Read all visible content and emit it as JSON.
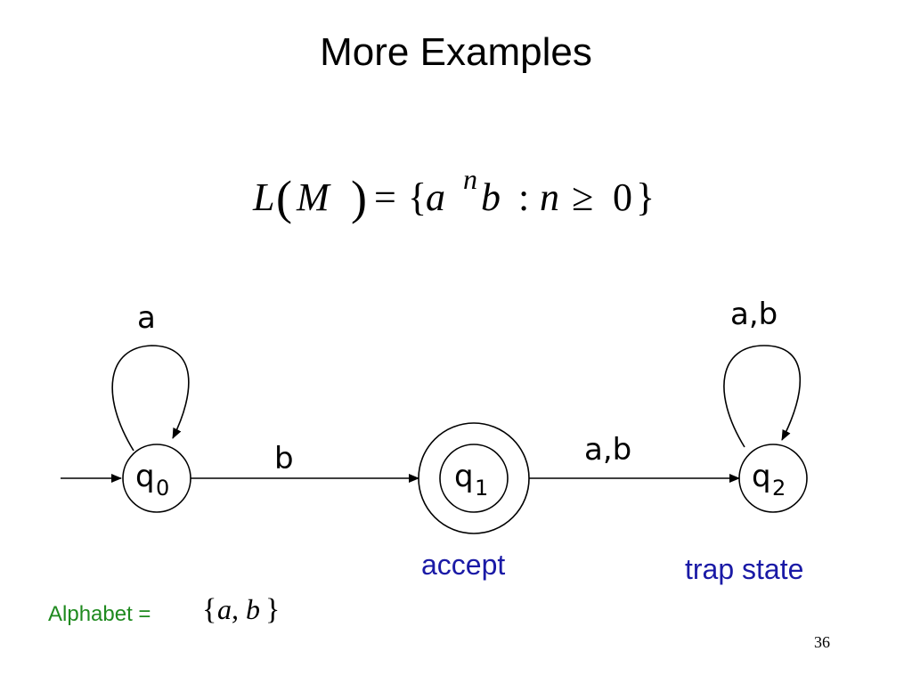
{
  "slide": {
    "title": "More Examples",
    "page_number": "36"
  },
  "formula": {
    "L": "L",
    "open_paren": "(",
    "M": "M",
    "close_paren": ")",
    "equals": "=",
    "open_brace": "{",
    "a": "a",
    "exp_n": "n",
    "b": "b",
    "colon": ":",
    "n": "n",
    "geq": "≥",
    "zero": "0",
    "close_brace": "}"
  },
  "states": [
    {
      "name": "q",
      "sub": "0"
    },
    {
      "name": "q",
      "sub": "1"
    },
    {
      "name": "q",
      "sub": "2"
    }
  ],
  "transitions": {
    "loop_q0": "a",
    "q0_to_q1": "b",
    "q1_to_q2": "a,b",
    "loop_q2": "a,b"
  },
  "annotations": {
    "accept": "accept",
    "trap_state": "trap state"
  },
  "alphabet": {
    "label": "Alphabet =",
    "open_brace": "{",
    "set": "a, b",
    "close_brace": "}"
  },
  "colors": {
    "annotation": "#1a1aa6",
    "alphabet_label": "#1f8a1f",
    "stroke": "#000000"
  }
}
